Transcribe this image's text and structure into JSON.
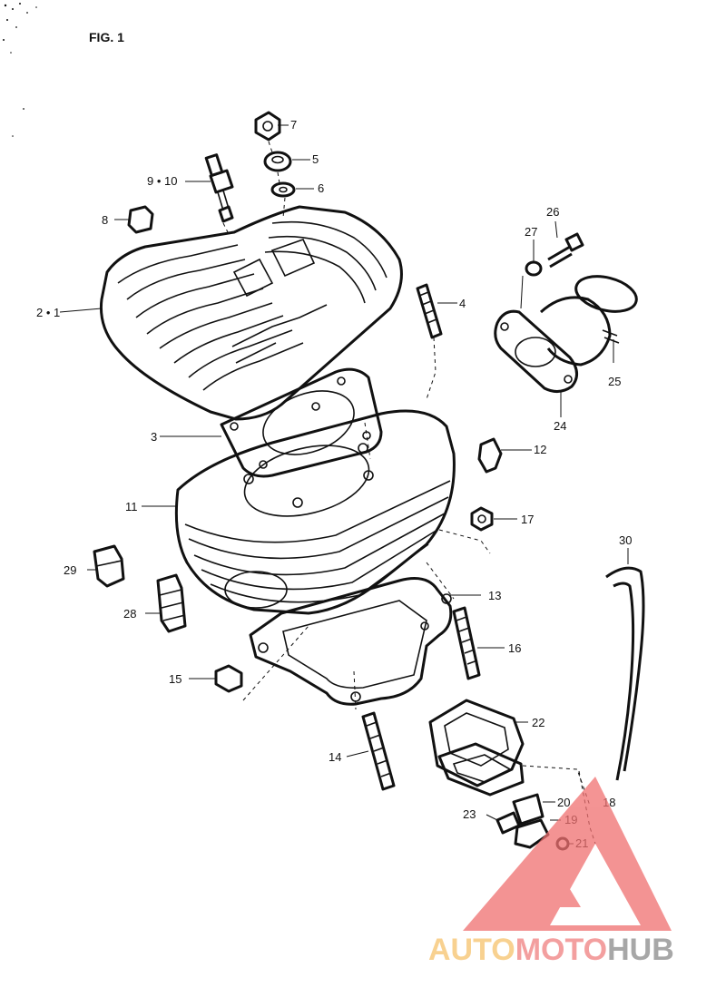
{
  "figure": {
    "title": "FIG. 1"
  },
  "callouts": [
    {
      "id": "7",
      "label": "7"
    },
    {
      "id": "5",
      "label": "5"
    },
    {
      "id": "6",
      "label": "6"
    },
    {
      "id": "9-10",
      "label": "9 • 10"
    },
    {
      "id": "8",
      "label": "8"
    },
    {
      "id": "2-1",
      "label": "2 • 1"
    },
    {
      "id": "4",
      "label": "4"
    },
    {
      "id": "26",
      "label": "26"
    },
    {
      "id": "27",
      "label": "27"
    },
    {
      "id": "25",
      "label": "25"
    },
    {
      "id": "24",
      "label": "24"
    },
    {
      "id": "3",
      "label": "3"
    },
    {
      "id": "12",
      "label": "12"
    },
    {
      "id": "11",
      "label": "11"
    },
    {
      "id": "17",
      "label": "17"
    },
    {
      "id": "29",
      "label": "29"
    },
    {
      "id": "30",
      "label": "30"
    },
    {
      "id": "13",
      "label": "13"
    },
    {
      "id": "28",
      "label": "28"
    },
    {
      "id": "16",
      "label": "16"
    },
    {
      "id": "15",
      "label": "15"
    },
    {
      "id": "22",
      "label": "22"
    },
    {
      "id": "14",
      "label": "14"
    },
    {
      "id": "20",
      "label": "20"
    },
    {
      "id": "18",
      "label": "18"
    },
    {
      "id": "23",
      "label": "23"
    },
    {
      "id": "19",
      "label": "19"
    },
    {
      "id": "21",
      "label": "21"
    }
  ],
  "watermark": {
    "part1": "AUTO",
    "part2": "MOTO",
    "part3": "HUB",
    "colors": {
      "auto": "#f6c26b",
      "moto": "#f08080",
      "hub": "#8a8a8a",
      "triangle": "#f07070"
    }
  }
}
